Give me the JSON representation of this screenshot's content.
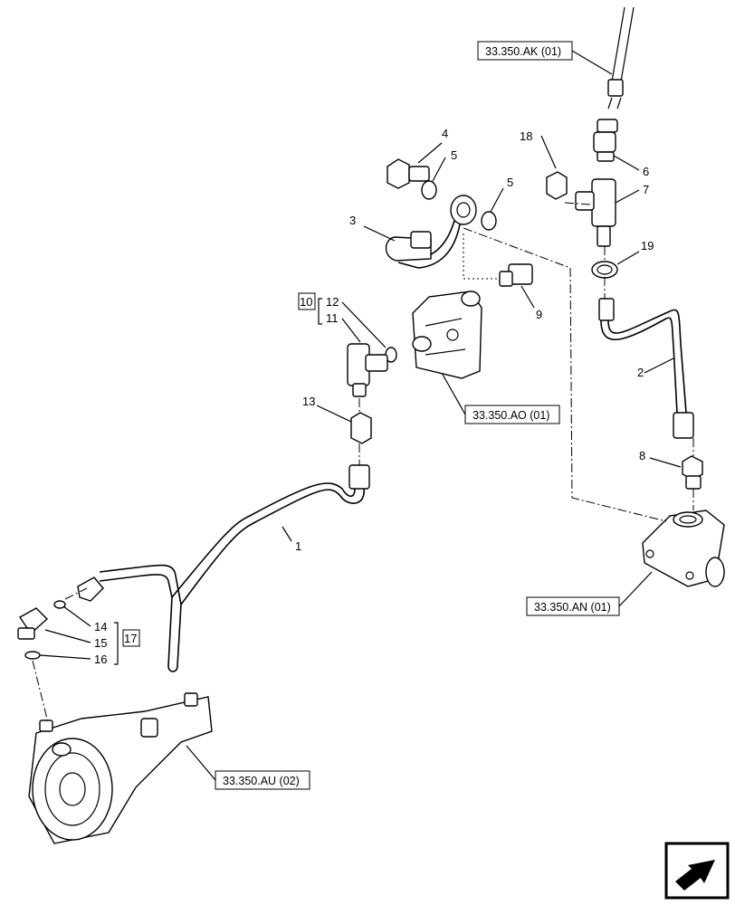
{
  "callouts": {
    "c1": "1",
    "c2": "2",
    "c3": "3",
    "c4": "4",
    "c5a": "5",
    "c5b": "5",
    "c6": "6",
    "c7": "7",
    "c8": "8",
    "c9": "9",
    "c10": "10",
    "c11": "11",
    "c12": "12",
    "c13": "13",
    "c14": "14",
    "c15": "15",
    "c16": "16",
    "c17": "17",
    "c18": "18",
    "c19": "19"
  },
  "references": {
    "ak": "33.350.AK (01)",
    "ao": "33.350.AO (01)",
    "an": "33.350.AN (01)",
    "au": "33.350.AU (02)"
  },
  "icons": {
    "nav": "next-page-arrow-icon"
  }
}
